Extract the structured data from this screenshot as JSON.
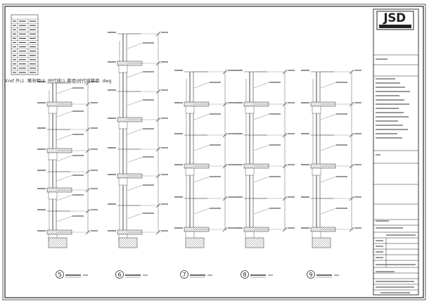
{
  "xref_note": "Xref 外\\1. 嘴海明\\3. 时代城\\1.幕墙\\时代城幕墙. dwg",
  "title_block": {
    "logo_text": "JSD"
  },
  "colors": {
    "line": "#333333",
    "hatch": "#777777",
    "frame": "#222222",
    "paper": "#ffffff"
  },
  "detail_marks": [
    "5",
    "6",
    "7",
    "8",
    "9"
  ]
}
